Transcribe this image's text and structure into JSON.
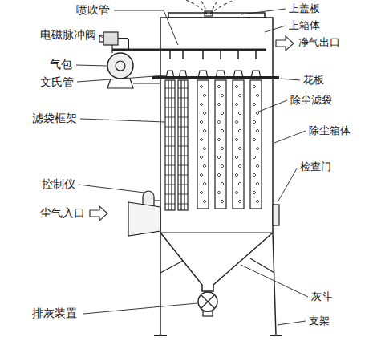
{
  "diagram": {
    "labels": [
      "喷吹管",
      "电磁脉冲阀",
      "气包",
      "文氏管",
      "滤袋框架",
      "控制仪",
      "尘气入口",
      "排灰装置",
      "上盖板",
      "上箱体",
      "净气出口",
      "花板",
      "除尘滤袋",
      "除尘箱体",
      "检查门",
      "灰斗",
      "支架"
    ]
  }
}
